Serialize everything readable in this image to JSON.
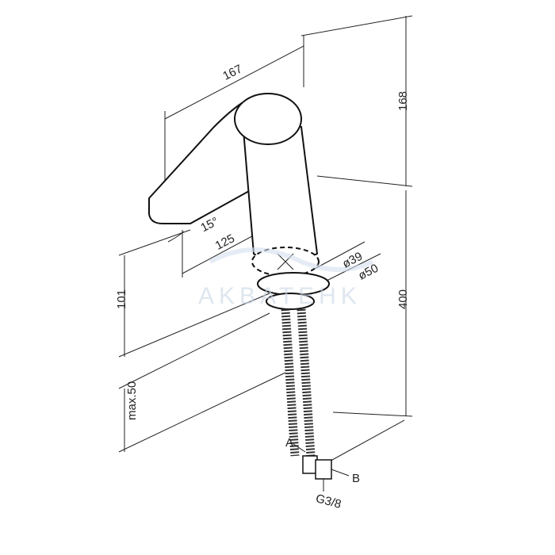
{
  "dimensions": {
    "spout_length": "167",
    "faucet_height": "168",
    "spout_angle": "15°",
    "spout_reach": "125",
    "base_diameter_inner": "ø39",
    "base_diameter_outer": "ø50",
    "spout_clearance": "101",
    "hose_length": "400",
    "max_counter_thickness": "max.50"
  },
  "labels": {
    "hose_a": "A",
    "hose_b": "B",
    "thread": "G3/8"
  },
  "watermark": "AKBATEHK"
}
